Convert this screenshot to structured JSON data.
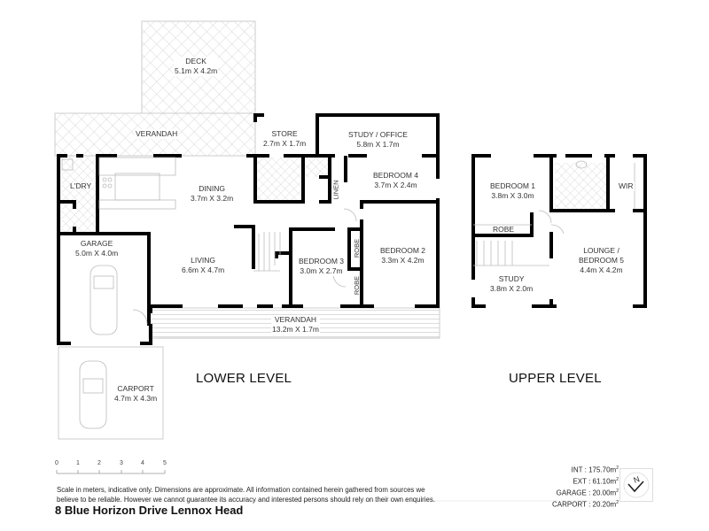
{
  "title": "8 Blue Horizon Drive Lennox Head",
  "levels": {
    "lower": "LOWER LEVEL",
    "upper": "UPPER LEVEL"
  },
  "rooms": {
    "lower": {
      "deck": {
        "name": "DECK",
        "dim": "5.1m X 4.2m"
      },
      "verandah_top": {
        "name": "VERANDAH",
        "dim": ""
      },
      "store": {
        "name": "STORE",
        "dim": "2.7m X 1.7m"
      },
      "study_office": {
        "name": "STUDY / OFFICE",
        "dim": "5.8m X 1.7m"
      },
      "laundry": {
        "name": "L'DRY",
        "dim": ""
      },
      "dining": {
        "name": "DINING",
        "dim": "3.7m X 3.2m"
      },
      "bedroom4": {
        "name": "BEDROOM 4",
        "dim": "3.7m X 2.4m"
      },
      "linen": {
        "name": "LINEN"
      },
      "garage": {
        "name": "GARAGE",
        "dim": "5.0m X 4.0m"
      },
      "living": {
        "name": "LIVING",
        "dim": "6.6m X 4.7m"
      },
      "bedroom3": {
        "name": "BEDROOM 3",
        "dim": "3.0m X 2.7m"
      },
      "bedroom2": {
        "name": "BEDROOM 2",
        "dim": "3.3m X 4.2m"
      },
      "robe1": {
        "name": "ROBE"
      },
      "robe2": {
        "name": "ROBE"
      },
      "verandah_bottom": {
        "name": "VERANDAH",
        "dim": "13.2m X 1.7m"
      },
      "carport": {
        "name": "CARPORT",
        "dim": "4.7m X 4.3m"
      }
    },
    "upper": {
      "bedroom1": {
        "name": "BEDROOM 1",
        "dim": "3.8m X 3.0m"
      },
      "wir": {
        "name": "WIR"
      },
      "robe": {
        "name": "ROBE"
      },
      "lounge": {
        "name": "LOUNGE /",
        "name2": "BEDROOM 5",
        "dim": "4.4m X 4.2m"
      },
      "study": {
        "name": "STUDY",
        "dim": "3.8m X 2.0m"
      }
    }
  },
  "scale_bar": {
    "ticks": [
      "0",
      "1",
      "2",
      "3",
      "4",
      "5"
    ],
    "unit": "meters"
  },
  "disclaimer": {
    "line1": "Scale in meters, indicative only. Dimensions are approximate. All information contained herein gathered from sources we",
    "line2": "believe to be reliable. However we cannot guarantee its accuracy and interested persons should rely on their own enquiries."
  },
  "areas": {
    "int": "INT : 175.70m",
    "ext": "EXT : 61.10m",
    "garage": "GARAGE : 20.00m",
    "carport": "CARPORT : 20.20m",
    "sup": "2"
  },
  "compass": {
    "label": "N"
  },
  "colors": {
    "wall": "#000000",
    "line": "#bbbbbb",
    "hatch": "#cccccc",
    "text": "#333333"
  }
}
